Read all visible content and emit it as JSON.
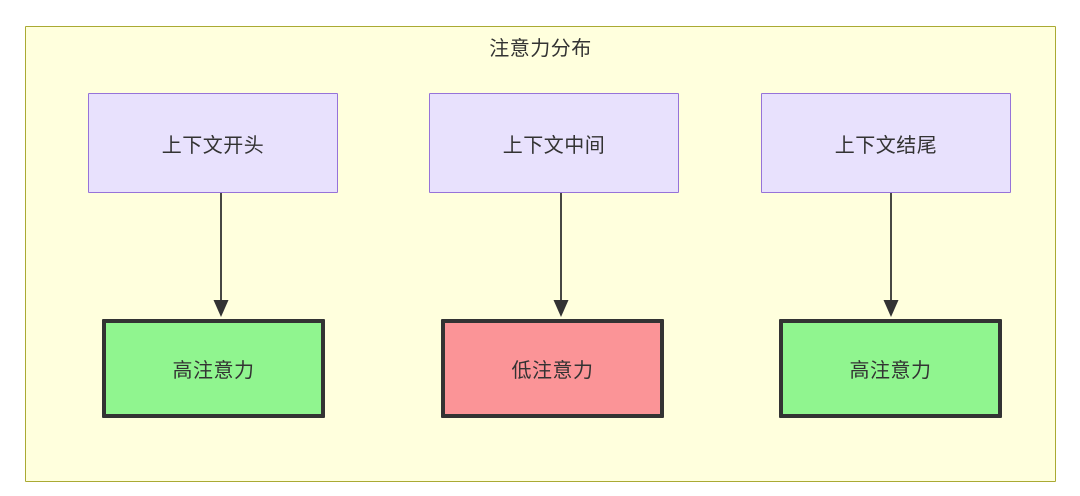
{
  "diagram": {
    "type": "flowchart",
    "container": {
      "title": "注意力分布",
      "fill_color": "#ffffdd",
      "border_color": "#aaaa33"
    },
    "colors": {
      "source_fill": "#e8e1fd",
      "source_border": "#9673d9",
      "high_attention_fill": "#90f58f",
      "low_attention_fill": "#fb9497",
      "result_border": "#333333",
      "edge_color": "#333333",
      "text_color": "#333333"
    },
    "columns": [
      {
        "id": "col-a",
        "source": {
          "label": "上下文开头"
        },
        "edge": {
          "marker": "arrow-head",
          "direction": "down"
        },
        "result": {
          "label": "高注意力",
          "level": "high"
        }
      },
      {
        "id": "col-b",
        "source": {
          "label": "上下文中间"
        },
        "edge": {
          "marker": "arrow-head",
          "direction": "down"
        },
        "result": {
          "label": "低注意力",
          "level": "low"
        }
      },
      {
        "id": "col-c",
        "source": {
          "label": "上下文结尾"
        },
        "edge": {
          "marker": "arrow-head",
          "direction": "down"
        },
        "result": {
          "label": "高注意力",
          "level": "high"
        }
      }
    ]
  }
}
